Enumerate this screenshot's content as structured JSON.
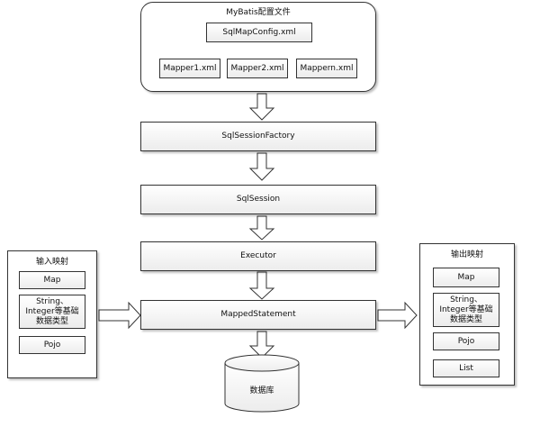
{
  "config": {
    "title": "MyBatis配置文件",
    "main_file": "SqlMapConfig.xml",
    "mappers": [
      "Mapper1.xml",
      "Mapper2.xml",
      "Mappern.xml"
    ]
  },
  "flow": {
    "factory": "SqlSessionFactory",
    "session": "SqlSession",
    "executor": "Executor",
    "statement": "MappedStatement",
    "database": "数据库"
  },
  "input_mapping": {
    "title": "输入映射",
    "items": [
      "Map",
      "String、Integer等基础数据类型",
      "Pojo"
    ]
  },
  "output_mapping": {
    "title": "输出映射",
    "items": [
      "Map",
      "String、Integer等基础数据类型",
      "Pojo",
      "List"
    ]
  }
}
